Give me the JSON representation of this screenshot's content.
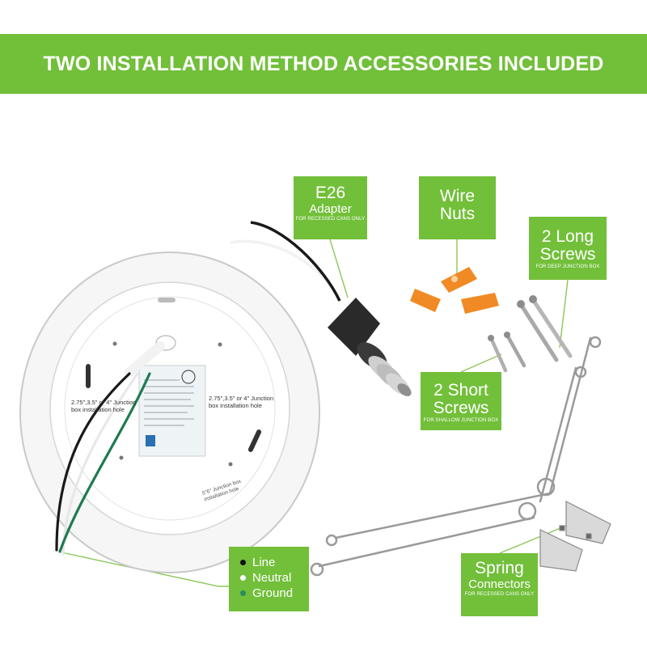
{
  "banner": {
    "title": "TWO INSTALLATION METHOD ACCESSORIES INCLUDED"
  },
  "labels": {
    "e26": {
      "title": "E26",
      "subtitle": "Adapter",
      "note": "FOR RECESSED CANS ONLY"
    },
    "wire_nuts": {
      "line1": "Wire",
      "line2": "Nuts"
    },
    "long_screws": {
      "line1": "2 Long",
      "line2": "Screws",
      "note": "FOR DEEP JUNCTION BOX"
    },
    "short_screws": {
      "line1": "2 Short",
      "line2": "Screws",
      "note": "FOR SHALLOW JUNCTION BOX"
    },
    "spring": {
      "title": "Spring",
      "subtitle": "Connectors",
      "note": "FOR RECESSED CANS ONLY"
    },
    "wires": {
      "line": "Line",
      "neutral": "Neutral",
      "ground": "Ground"
    }
  },
  "fixture": {
    "junction_text_left": "2.75\",3.5\" or 4\" Junction box installation hole",
    "junction_text_right": "2.75\",3.5\" or 4\" Junction box installation hole",
    "hole_text": "5\"6\" Junction box installation hole"
  },
  "colors": {
    "brand_green": "#72bf3a",
    "callout_line": "#8cc75a",
    "wire_ground": "#1f7a50"
  }
}
